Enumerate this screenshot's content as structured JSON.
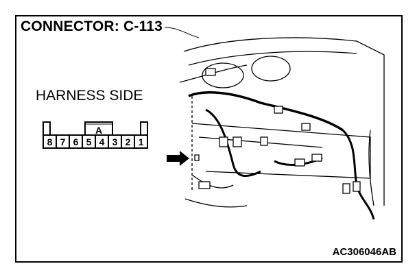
{
  "title": "CONNECTOR: C-113",
  "harness_label": "HARNESS SIDE",
  "connector": {
    "key_label": "A",
    "pins": [
      "8",
      "7",
      "6",
      "5",
      "4",
      "3",
      "2",
      "1"
    ]
  },
  "figure_code": "AC306046AB"
}
